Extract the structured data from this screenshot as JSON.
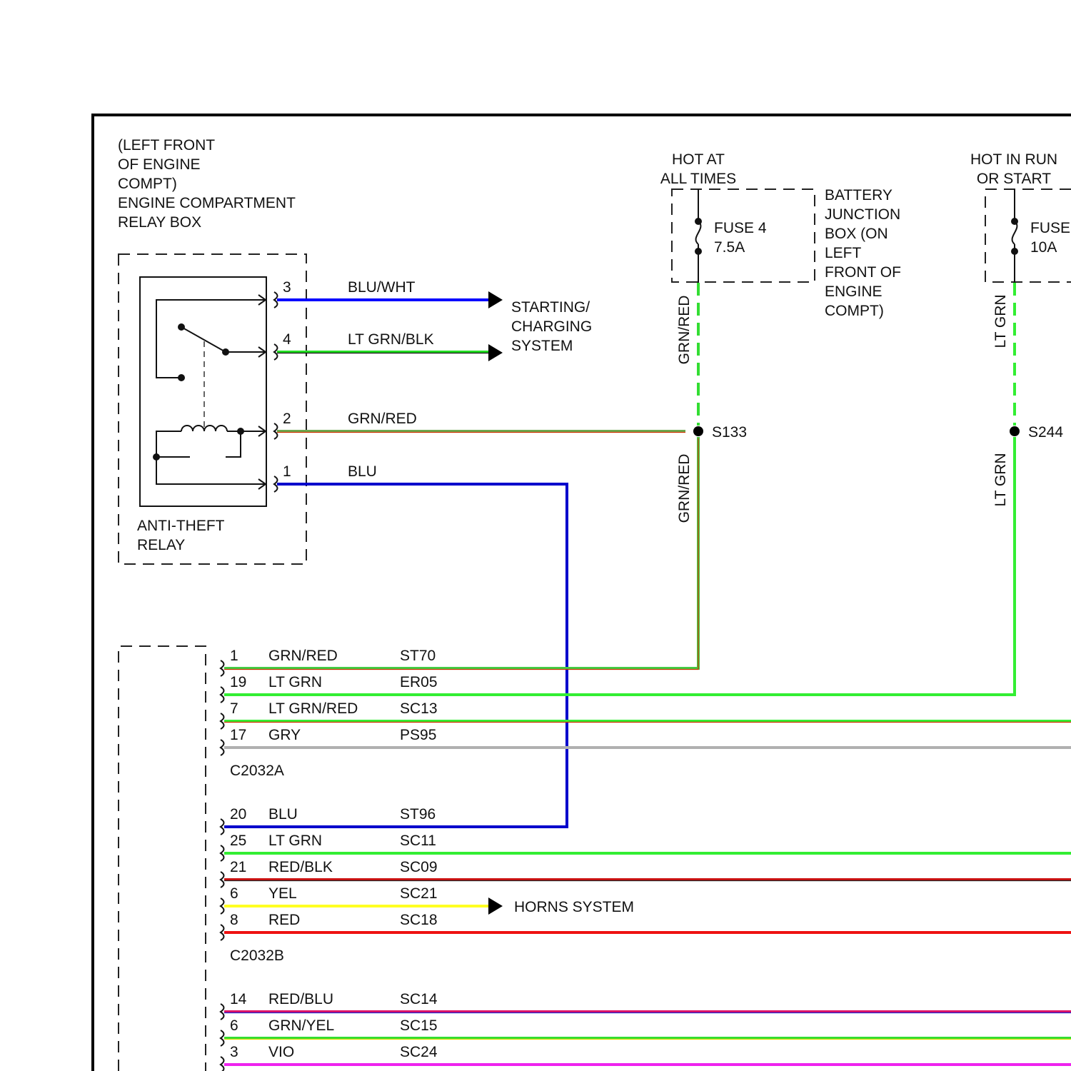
{
  "relay_box": {
    "location": [
      "(LEFT FRONT",
      "OF ENGINE",
      "COMPT)"
    ],
    "title": [
      "ENGINE COMPARTMENT",
      "RELAY BOX"
    ],
    "relay_label": [
      "ANTI-THEFT",
      "RELAY"
    ],
    "pins": [
      {
        "pin": "3",
        "wire": "BLU/WHT",
        "color": "#0000ff"
      },
      {
        "pin": "4",
        "wire": "LT GRN/BLK",
        "color": "#22dd22"
      },
      {
        "pin": "2",
        "wire": "GRN/RED",
        "color": "#4caf50"
      },
      {
        "pin": "1",
        "wire": "BLU",
        "color": "#0000cc"
      }
    ]
  },
  "starting_charging": [
    "STARTING/",
    "CHARGING",
    "SYSTEM"
  ],
  "fuse_a": {
    "hot_label": [
      "HOT AT",
      "ALL TIMES"
    ],
    "name": "FUSE 4",
    "rating": "7.5A",
    "wire_upper": "GRN/RED",
    "wire_lower": "GRN/RED",
    "splice": "S133"
  },
  "battery_junction_box": [
    "BATTERY",
    "JUNCTION",
    "BOX (ON",
    "LEFT",
    "FRONT OF",
    "ENGINE",
    "COMPT)"
  ],
  "fuse_b": {
    "hot_label": [
      "HOT IN RUN",
      "OR START"
    ],
    "name": "FUSE",
    "rating": "10A",
    "wire_upper": "LT GRN",
    "wire_lower": "LT GRN",
    "splice": "S244"
  },
  "connectors": [
    {
      "name": "C2032A",
      "rows": [
        {
          "pin": "1",
          "wire": "GRN/RED",
          "circuit": "ST70",
          "color": "#44cc44",
          "stripe": "#cc3300"
        },
        {
          "pin": "19",
          "wire": "LT GRN",
          "circuit": "ER05",
          "color": "#33ee33",
          "stripe": ""
        },
        {
          "pin": "7",
          "wire": "LT GRN/RED",
          "circuit": "SC13",
          "color": "#33ee33",
          "stripe": "#cc3300"
        },
        {
          "pin": "17",
          "wire": "GRY",
          "circuit": "PS95",
          "color": "#b0b0b0",
          "stripe": ""
        }
      ]
    },
    {
      "name": "C2032B",
      "rows": [
        {
          "pin": "20",
          "wire": "BLU",
          "circuit": "ST96",
          "color": "#0000cc",
          "stripe": ""
        },
        {
          "pin": "25",
          "wire": "LT GRN",
          "circuit": "SC11",
          "color": "#33ee33",
          "stripe": ""
        },
        {
          "pin": "21",
          "wire": "RED/BLK",
          "circuit": "SC09",
          "color": "#cc1111",
          "stripe": "#222222"
        },
        {
          "pin": "6",
          "wire": "YEL",
          "circuit": "SC21",
          "color": "#ffff22",
          "stripe": ""
        },
        {
          "pin": "8",
          "wire": "RED",
          "circuit": "SC18",
          "color": "#ee1111",
          "stripe": ""
        }
      ]
    },
    {
      "name": "",
      "rows": [
        {
          "pin": "14",
          "wire": "RED/BLU",
          "circuit": "SC14",
          "color": "#dd1166",
          "stripe": "#2222cc"
        },
        {
          "pin": "6",
          "wire": "GRN/YEL",
          "circuit": "SC15",
          "color": "#33dd33",
          "stripe": "#dddd00"
        },
        {
          "pin": "3",
          "wire": "VIO",
          "circuit": "SC24",
          "color": "#ee22ee",
          "stripe": ""
        }
      ]
    }
  ],
  "horns_system": "HORNS SYSTEM"
}
